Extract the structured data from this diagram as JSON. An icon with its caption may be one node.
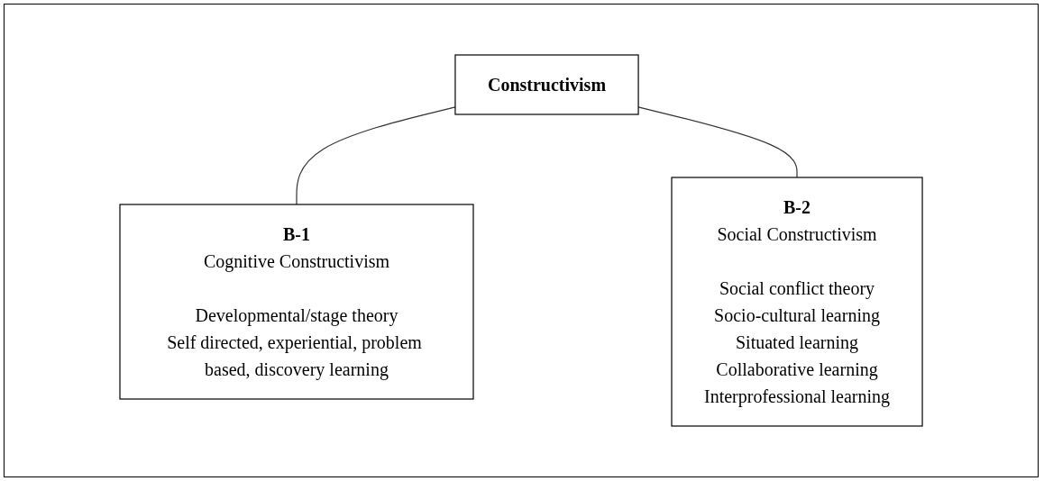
{
  "diagram": {
    "nodes": [
      {
        "text": [
          "Constructivism"
        ]
      },
      {
        "text": [
          "B-1",
          "Cognitive Constructivism",
          "Developmental/stage theory",
          "Self directed, experiential, problem based, discovery learning"
        ]
      },
      {
        "text": [
          "B-2",
          "Social Constructivism",
          "Social conflict theory",
          "Socio-cultural learning",
          "Situated learning",
          "Collaborative learning",
          "Interprofessional learning"
        ]
      }
    ],
    "edges": [
      {
        "from": 0,
        "to": 1,
        "arrow": "none"
      },
      {
        "from": 0,
        "to": 2,
        "arrow": "none"
      }
    ]
  }
}
